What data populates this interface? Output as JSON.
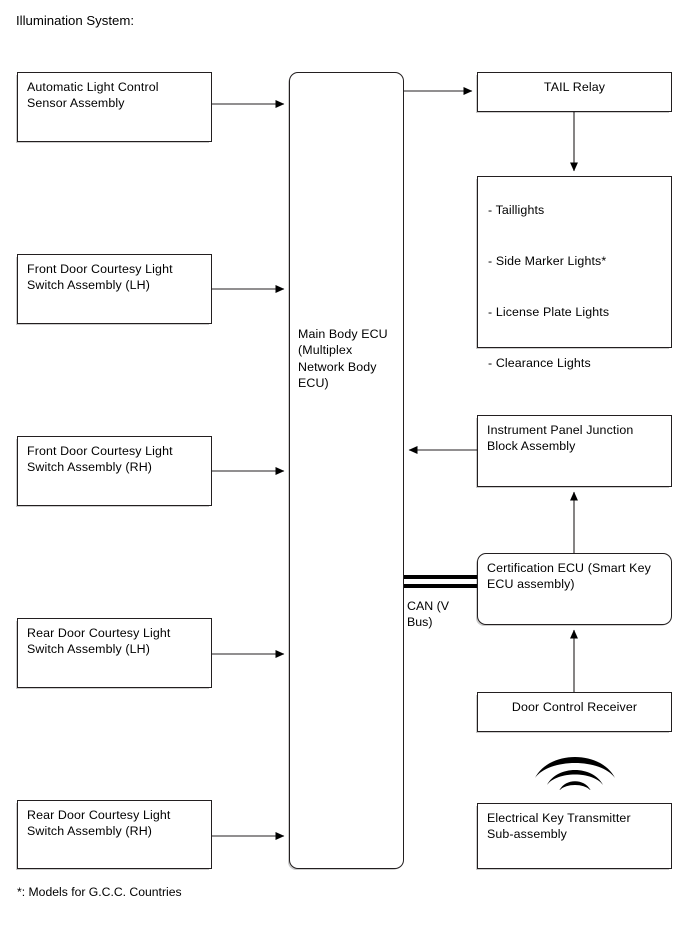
{
  "page": {
    "title": "Illumination System:",
    "footnote": "*: Models for G.C.C. Countries",
    "background_color": "#ffffff",
    "line_color": "#231f20"
  },
  "inputs": [
    {
      "id": "automatic-light-control-sensor",
      "label": "Automatic Light Control\nSensor Assembly"
    },
    {
      "id": "front-door-courtesy-light-switch-lh",
      "label": "Front Door Courtesy Light\nSwitch Assembly (LH)"
    },
    {
      "id": "front-door-courtesy-light-switch-rh",
      "label": "Front Door Courtesy Light\nSwitch Assembly (RH)"
    },
    {
      "id": "rear-door-courtesy-light-switch-lh",
      "label": "Rear Door Courtesy Light\nSwitch Assembly (LH)"
    },
    {
      "id": "rear-door-courtesy-light-switch-rh",
      "label": "Rear Door Courtesy Light\nSwitch Assembly (RH)"
    }
  ],
  "main_ecu": {
    "label": "Main Body ECU\n(Multiplex\nNetwork Body\nECU)"
  },
  "tail_relay": {
    "label": "TAIL Relay"
  },
  "lights": {
    "items": [
      "- Taillights",
      "- Side Marker Lights*",
      "- License Plate Lights",
      "- Clearance Lights"
    ]
  },
  "instrument_panel": {
    "label": "Instrument Panel Junction\nBlock Assembly"
  },
  "certification_ecu": {
    "label": "Certification ECU (Smart Key\nECU assembly)"
  },
  "door_control_receiver": {
    "label": "Door Control Receiver"
  },
  "electrical_key_transmitter": {
    "label": "Electrical Key Transmitter\nSub-assembly"
  },
  "can_bus": {
    "label": "CAN (V\nBus)"
  },
  "icons": {
    "wireless": "wireless-wave-icon"
  }
}
